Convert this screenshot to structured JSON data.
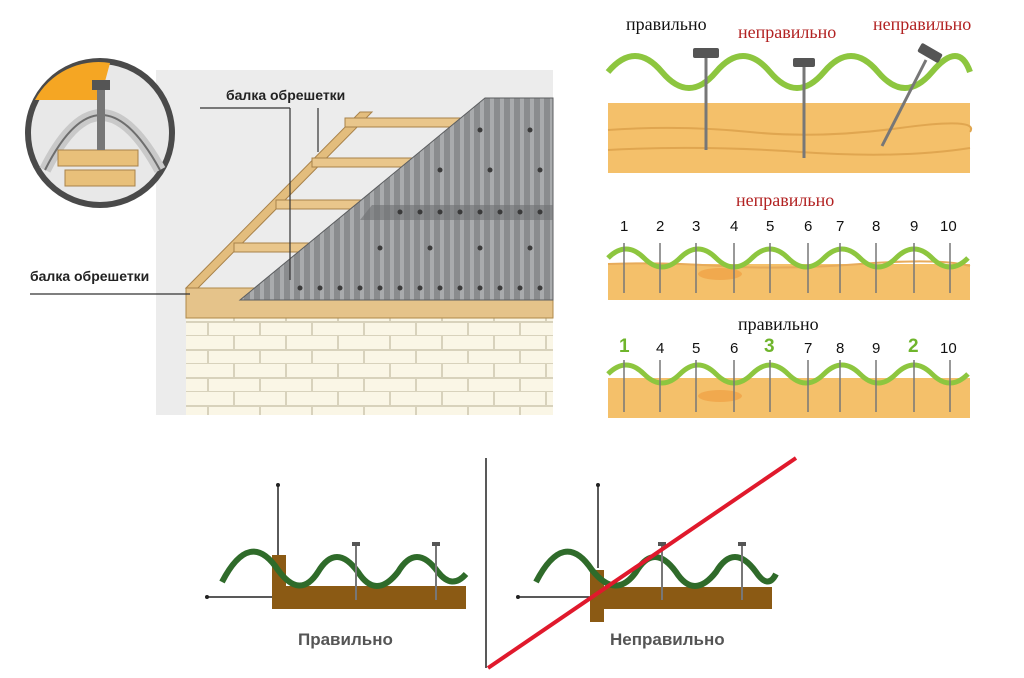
{
  "roof": {
    "label_top": "балка обрешетки",
    "label_bottom": "балка обрешетки"
  },
  "nails": {
    "correct": "правильно",
    "wrong_1": "неправильно",
    "wrong_2": "неправильно"
  },
  "order_wrong": {
    "title": "неправильно",
    "numbers": [
      "1",
      "2",
      "3",
      "4",
      "5",
      "6",
      "7",
      "8",
      "9",
      "10"
    ]
  },
  "order_right": {
    "title": "правильно",
    "numbers": [
      "1",
      "4",
      "5",
      "6",
      "3",
      "7",
      "8",
      "9",
      "2",
      "10"
    ]
  },
  "overlap": {
    "correct": "Правильно",
    "wrong": "Неправильно"
  },
  "colors": {
    "sheet_green": "#8dc63f",
    "dark_green": "#2f6b2a",
    "wood": "#f4c06a",
    "beam_brown": "#8b5a14",
    "wrong_text": "#b22222",
    "cross_red": "#e0192c"
  }
}
